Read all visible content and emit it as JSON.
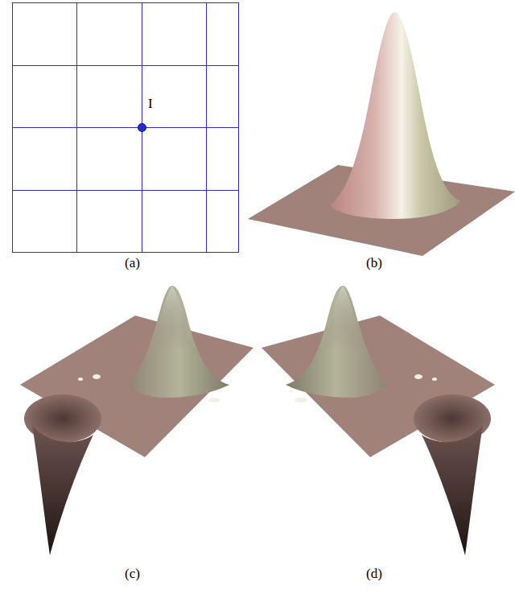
{
  "diagram": {
    "labels": [
      "I",
      "(a)",
      "(b)",
      "(c)",
      "(d)"
    ]
  }
}
